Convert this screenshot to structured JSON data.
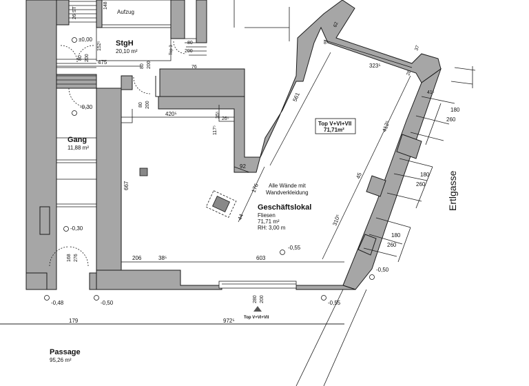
{
  "rooms": {
    "aufzug": "Aufzug",
    "stgh_name": "StgH",
    "stgh_area": "20,10 m²",
    "gang_name": "Gang",
    "gang_area": "11,88 m²",
    "shop_name": "Geschäftslokal",
    "shop_floor": "Fliesen",
    "shop_area": "71,71 m²",
    "shop_rh": "RH: 3,00 m",
    "passage_name": "Passage",
    "passage_area": "95,26 m²"
  },
  "labels": {
    "top_box_line1": "Top V+VI+VII",
    "top_box_line2": "71,71m²",
    "walls_note_line1": "Alle Wände mit",
    "walls_note_line2": "Wandverkleidung",
    "street": "Ertlgasse",
    "top3": "Top 3",
    "entrance_top": "Top V+VI+VII",
    "stair_mark": "26 ST"
  },
  "levels": {
    "stgh": "±0,00",
    "gang": "-0,30",
    "passage_door": "-0,30",
    "shop": "-0,55",
    "east_upper": "-0,50",
    "entrance": "-0,55",
    "left_bottom": "-0,48",
    "bottom_mid": "-0,50"
  },
  "dims": {
    "d148": "148",
    "d152": "152⁵",
    "d475": "475",
    "d80a": "80",
    "d200a": "200",
    "d76": "76",
    "d200b": "200",
    "d80b": "80",
    "d80c": "80",
    "d200c": "200",
    "d4205": "420⁵",
    "d1175": "117⁵",
    "d355": "35⁵",
    "d265": "26⁵",
    "d92": "92",
    "d176": "176",
    "d44": "44",
    "d561": "561",
    "d62": "62",
    "d8": "8⁵",
    "d3235": "323⁵",
    "d37": "37",
    "d28": "28",
    "d415": "41⁵",
    "d4125": "412⁵",
    "d45": "45",
    "d3105": "310⁵",
    "d667": "667",
    "d206": "206",
    "d385": "38⁵",
    "d603": "603",
    "d179": "179",
    "d9725": "972⁵",
    "d180a": "180",
    "d260a": "260",
    "d180b": "180",
    "d260b": "260",
    "d180c": "180",
    "d260c": "260",
    "d280": "280",
    "d200e": "200",
    "d168": "168",
    "d276": "276",
    "d80d": "80",
    "d200d": "200"
  }
}
